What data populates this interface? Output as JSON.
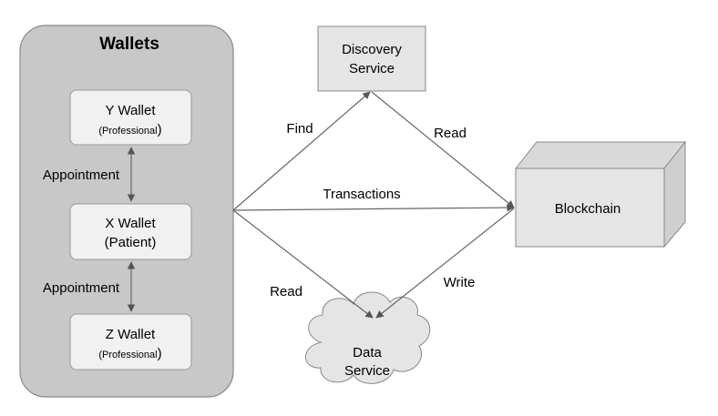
{
  "wallets_group": {
    "title": "Wallets"
  },
  "wallets": {
    "y": {
      "name": "Y Wallet",
      "role_open": "(Professional",
      "role_close": ")"
    },
    "x": {
      "name": "X Wallet",
      "role": "(Patient)"
    },
    "z": {
      "name": "Z Wallet",
      "role_open": "(Professional",
      "role_close": ")"
    }
  },
  "appointment_links": {
    "top": "Appointment",
    "bottom": "Appointment"
  },
  "discovery_service": {
    "line1": "Discovery",
    "line2": "Service"
  },
  "blockchain": {
    "label": "Blockchain"
  },
  "data_service": {
    "line1": "Data",
    "line2": "Service"
  },
  "edges": {
    "find": "Find",
    "read_discovery": "Read",
    "transactions": "Transactions",
    "read_data": "Read",
    "write": "Write"
  }
}
